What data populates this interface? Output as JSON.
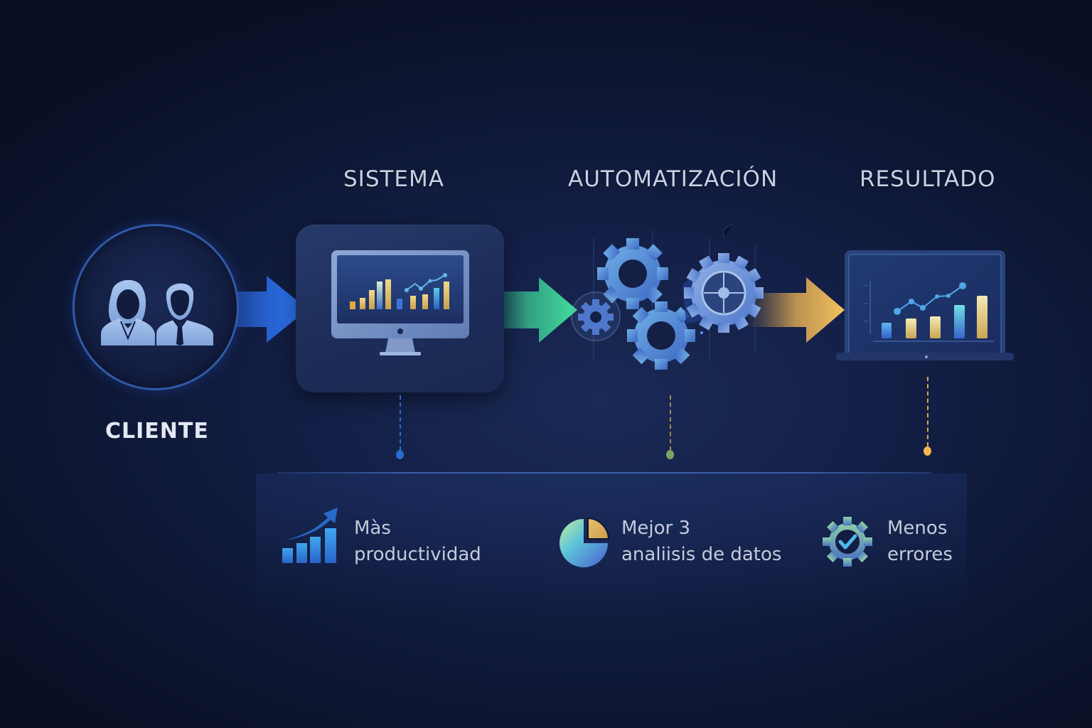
{
  "stages": [
    {
      "id": "cliente",
      "label": "CLIENTE",
      "icon": "users-icon"
    },
    {
      "id": "sistema",
      "label": "SISTEMA",
      "icon": "monitor-chart-icon"
    },
    {
      "id": "automatizacion",
      "label": "AUTOMATIZACIÓN",
      "icon": "gears-icon"
    },
    {
      "id": "resultado",
      "label": "RESULTADO",
      "icon": "laptop-chart-icon"
    }
  ],
  "arrows": [
    {
      "from": "cliente",
      "to": "sistema",
      "color": "#2f7bff"
    },
    {
      "from": "sistema",
      "to": "automatizacion",
      "color": "#3fd99a"
    },
    {
      "from": "automatizacion",
      "to": "resultado",
      "color": "#f2bd5a"
    }
  ],
  "timeline": {
    "markers": [
      {
        "stage": "sistema",
        "color": "#2a6ad0"
      },
      {
        "stage": "automatizacion",
        "color": "#7fa266"
      },
      {
        "stage": "resultado",
        "color": "#f5b84e"
      }
    ]
  },
  "benefits": [
    {
      "icon": "growth-bars-icon",
      "line1": "Màs",
      "line2": "productividad"
    },
    {
      "icon": "pie-chart-icon",
      "line1": "Mejor 3",
      "line2": "analiisis de datos"
    },
    {
      "icon": "gear-check-icon",
      "line1": "Menos",
      "line2": "errores"
    }
  ],
  "colors": {
    "background": "#0d1633",
    "title_text": "#c9d0e2",
    "accent_blue": "#2f7bff",
    "accent_green": "#3fd99a",
    "accent_gold": "#f2bd5a"
  }
}
